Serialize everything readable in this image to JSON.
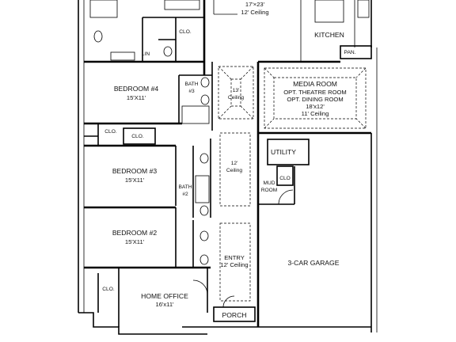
{
  "plan": {
    "rooms": {
      "great_room": {
        "dim": "17'×23'",
        "ceiling": "12' Ceiling"
      },
      "kitchen": {
        "name": "KITCHEN"
      },
      "pantry": {
        "name": "PAN."
      },
      "clo_top": {
        "name": "CLO."
      },
      "lin": {
        "name": "LIN"
      },
      "bedroom4": {
        "name": "BEDROOM #4",
        "dim": "15'X11'"
      },
      "bath3": {
        "name": "BATH",
        "num": "#3"
      },
      "hall_ceiling_13": {
        "line1": "13'",
        "line2": "Ceiling"
      },
      "media_room": {
        "name": "MEDIA ROOM",
        "opt1": "OPT. THEATRE ROOM",
        "opt2": "OPT. DINING ROOM",
        "dim": "18'x12'",
        "ceiling": "11' Ceiling"
      },
      "clo_b4a": {
        "name": "CLO."
      },
      "clo_b4b": {
        "name": "CLO."
      },
      "bedroom3": {
        "name": "BEDROOM #3",
        "dim": "15'X11'"
      },
      "bath2": {
        "name": "BATH",
        "num": "#2"
      },
      "hall_ceiling_12": {
        "line1": "12'",
        "line2": "Ceiling"
      },
      "utility": {
        "name": "UTILITY"
      },
      "mud_room": {
        "line1": "MUD",
        "line2": "ROOM"
      },
      "clo_mud": {
        "name": "CLO"
      },
      "bedroom2": {
        "name": "BEDROOM #2",
        "dim": "15'X11'"
      },
      "entry": {
        "name": "ENTRY",
        "ceiling": "12' Ceiling"
      },
      "garage": {
        "name": "3-CAR GARAGE"
      },
      "clo_office": {
        "name": "CLO."
      },
      "home_office": {
        "name": "HOME OFFICE",
        "dim": "16'x11'"
      },
      "porch": {
        "name": "PORCH"
      }
    }
  }
}
